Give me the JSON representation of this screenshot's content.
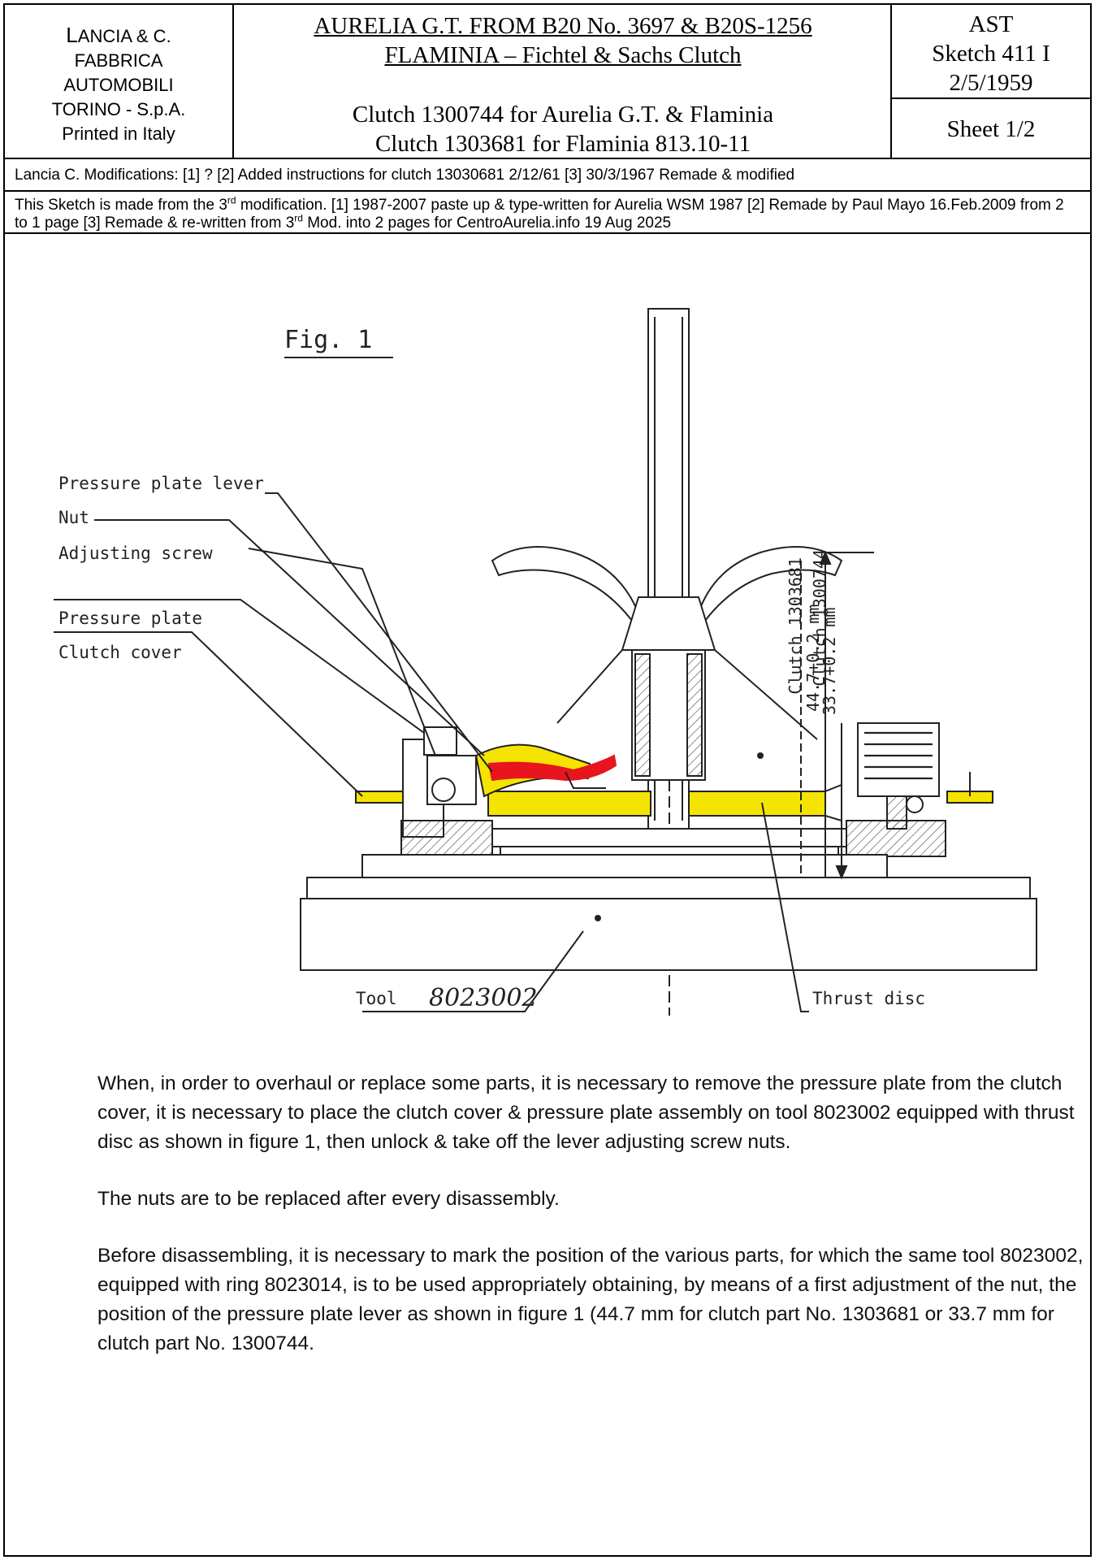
{
  "header": {
    "company": {
      "line1_cap": "L",
      "line1_rest": "ANCIA & C.",
      "line2": "FABBRICA",
      "line3": "AUTOMOBILI",
      "line4": "TORINO - S.p.A.",
      "line5": "Printed in Italy"
    },
    "title": {
      "line1": "AURELIA G.T. FROM B20 No. 3697 & B20S-1256",
      "line2": "FLAMINIA – Fichtel & Sachs Clutch",
      "line3": "Clutch 1300744 for Aurelia G.T. & Flaminia",
      "line4": "Clutch 1303681 for Flaminia 813.10-11"
    },
    "ref": {
      "line1": "AST",
      "line2": "Sketch 411 I",
      "line3": "2/5/1959",
      "sheet": "Sheet 1/2"
    }
  },
  "modifications": "Lancia C. Modifications: [1] ? [2] Added instructions for clutch 13030681 2/12/61 [3] 30/3/1967 Remade & modified",
  "sketch_note": {
    "part1": "This Sketch is made from the 3",
    "sup1": "rd",
    "part2": " modification. [1] 1987-2007 paste up & type-written for Aurelia WSM 1987 [2] Remade by Paul Mayo 16.Feb.2009 from 2 to 1 page [3] Remade & re-written from 3",
    "sup2": "rd",
    "part3": " Mod. into 2 pages for CentroAurelia.info 19 Aug 2025"
  },
  "figure": {
    "title": "Fig.  1",
    "labels": {
      "pressure_plate_lever": "Pressure plate lever",
      "nut": "Nut",
      "adjusting_screw": "Adjusting screw",
      "pressure_plate": "Pressure plate",
      "clutch_cover": "Clutch cover",
      "tool": "Tool",
      "tool_number": "8023002",
      "thrust_disc": "Thrust disc",
      "clutch_a": "Clutch 1303681",
      "clutch_b": "Clutch 1300744",
      "dim_a": "44.7+0.2 mm",
      "dim_b": "33.7+0.2 mm"
    }
  },
  "body": {
    "p1": "When, in order to overhaul or replace some parts, it is necessary to remove the pressure plate from the clutch cover, it is necessary to place the clutch cover & pressure plate assembly on tool 8023002 equipped with thrust disc as shown in figure 1, then unlock & take off the lever adjusting screw nuts.",
    "p2": "The nuts are to be replaced after every disassembly.",
    "p3": "Before disassembling, it is necessary to mark the position of the various parts, for which the same tool 8023002, equipped with ring 8023014, is to be used appropriately obtaining, by means of a first adjustment of the nut, the position of the pressure plate lever as shown in figure 1 (44.7 mm for clutch part No. 1303681 or 33.7 mm for clutch part No. 1300744."
  },
  "colors": {
    "highlight_yellow": "#f5e400",
    "lever_red": "#e8141e"
  }
}
